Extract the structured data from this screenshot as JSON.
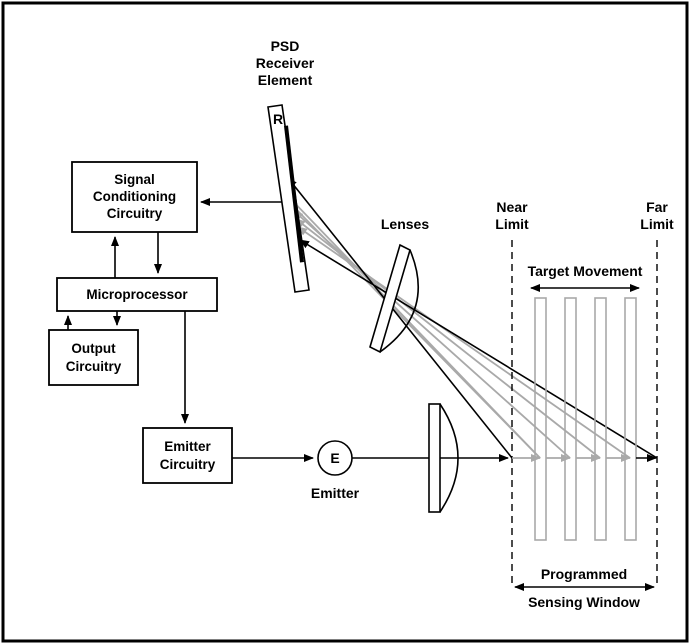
{
  "colors": {
    "stroke": "#000000",
    "ray_gray": "#a9a9a9",
    "background": "#ffffff"
  },
  "blocks": {
    "signal_conditioning": [
      "Signal",
      "Conditioning",
      "Circuitry"
    ],
    "microprocessor": "Microprocessor",
    "output_circuitry": [
      "Output",
      "Circuitry"
    ],
    "emitter_circuitry": [
      "Emitter",
      "Circuitry"
    ]
  },
  "labels": {
    "psd": [
      "PSD",
      "Receiver",
      "Element"
    ],
    "receiver_letter": "R",
    "lenses": "Lenses",
    "emitter_letter": "E",
    "emitter": "Emitter",
    "near_limit": [
      "Near",
      "Limit"
    ],
    "far_limit": [
      "Far",
      "Limit"
    ],
    "target_movement": "Target Movement",
    "sensing_window": [
      "Programmed",
      "Sensing Window"
    ]
  }
}
